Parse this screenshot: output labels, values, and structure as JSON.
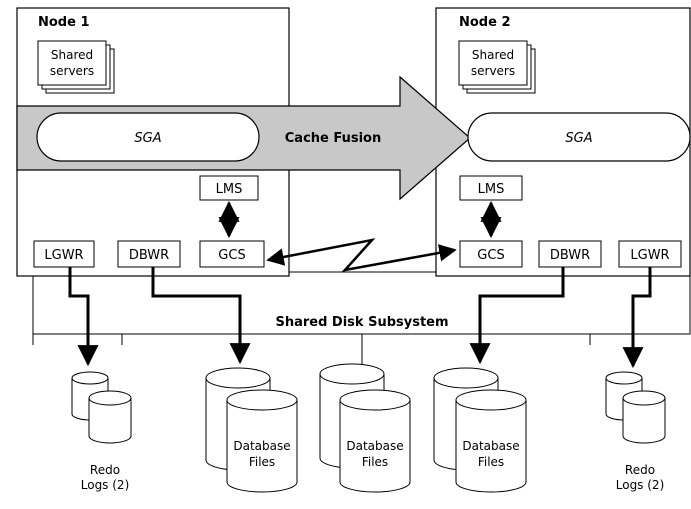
{
  "node1": {
    "title": "Node 1",
    "shared_servers": [
      "Shared",
      "servers"
    ],
    "sga": "SGA",
    "lms": "LMS",
    "lgwr": "LGWR",
    "dbwr": "DBWR",
    "gcs": "GCS"
  },
  "node2": {
    "title": "Node 2",
    "shared_servers": [
      "Shared",
      "servers"
    ],
    "sga": "SGA",
    "lms": "LMS",
    "gcs": "GCS",
    "dbwr": "DBWR",
    "lgwr": "LGWR"
  },
  "cache_fusion": "Cache Fusion",
  "shared_disk": "Shared Disk Subsystem",
  "storage": {
    "redo_left": [
      "Redo",
      "Logs (2)"
    ],
    "redo_right": [
      "Redo",
      "Logs (2)"
    ],
    "db_files": [
      [
        "Database",
        "Files"
      ],
      [
        "Database",
        "Files"
      ],
      [
        "Database",
        "Files"
      ]
    ]
  }
}
